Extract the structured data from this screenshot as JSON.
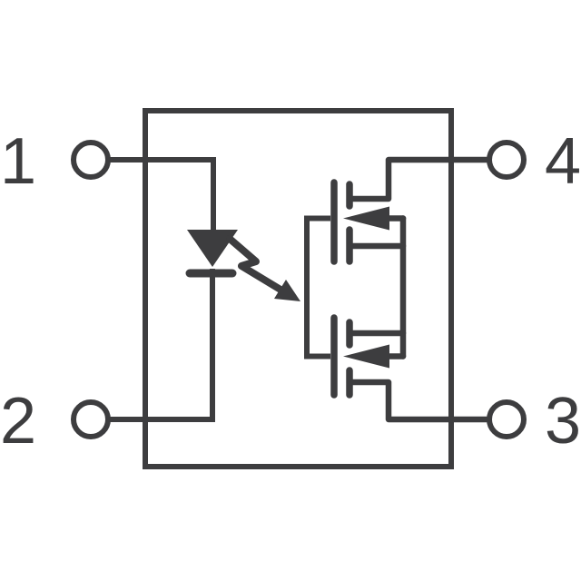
{
  "diagram": {
    "title": "4-pin photorelay internal circuit schematic",
    "type": "schematic",
    "colors": {
      "stroke": "#3d3d3f",
      "background": "#ffffff"
    },
    "pins": [
      {
        "label": "1",
        "side": "left",
        "position": "top",
        "connects_to": "led-anode"
      },
      {
        "label": "2",
        "side": "left",
        "position": "bottom",
        "connects_to": "led-cathode"
      },
      {
        "label": "3",
        "side": "right",
        "position": "bottom",
        "connects_to": "lower-mosfet-drain"
      },
      {
        "label": "4",
        "side": "right",
        "position": "top",
        "connects_to": "upper-mosfet-drain"
      }
    ],
    "symbols": [
      {
        "name": "package-outline-box",
        "meaning": "device package boundary"
      },
      {
        "name": "led-symbol",
        "meaning": "input light-emitting diode between pins 1 and 2"
      },
      {
        "name": "light-emission-arrow",
        "meaning": "optical coupling from LED toward output MOSFETs"
      },
      {
        "name": "upper-mosfet-symbol",
        "meaning": "output MOSFET, drain to pin 4"
      },
      {
        "name": "lower-mosfet-symbol",
        "meaning": "output MOSFET, drain to pin 3"
      },
      {
        "name": "common-source-bus",
        "meaning": "sources and bodies of both MOSFETs tied together"
      },
      {
        "name": "gate-bus",
        "meaning": "gates of both MOSFETs tied together"
      }
    ]
  }
}
